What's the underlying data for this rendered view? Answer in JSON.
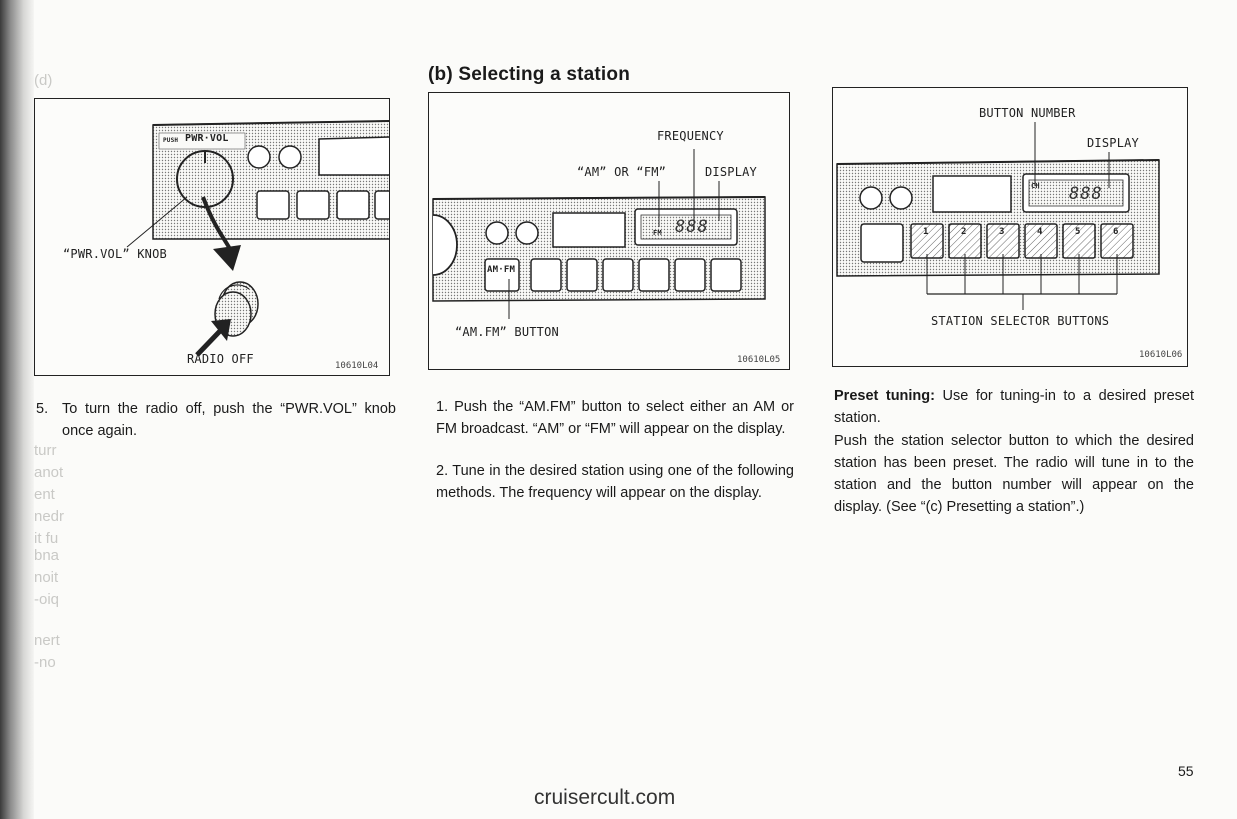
{
  "section_title": "(b) Selecting a station",
  "figure1": {
    "labels": {
      "push": "PUSH",
      "pwr_vol": "PWR·VOL",
      "knob": "“PWR.VOL” KNOB",
      "radio_off": "RADIO OFF"
    },
    "code": "10610L04"
  },
  "figure2": {
    "labels": {
      "frequency": "FREQUENCY",
      "am_or_fm": "“AM” OR “FM”",
      "display": "DISPLAY",
      "am_fm_button": "“AM.FM” BUTTON",
      "button_text": "AM·FM",
      "fm_indicator": "FM",
      "digits": "888"
    },
    "code": "10610L05"
  },
  "figure3": {
    "labels": {
      "button_number": "BUTTON NUMBER",
      "display": "DISPLAY",
      "station_selector": "STATION SELECTOR BUTTONS",
      "ch": "CH",
      "digits": "888"
    },
    "buttons": [
      "1",
      "2",
      "3",
      "4",
      "5",
      "6"
    ],
    "code": "10610L06"
  },
  "text": {
    "step5_num": "5.",
    "step5": "To turn the radio off, push the “PWR.VOL” knob once again.",
    "step1": "1. Push the “AM.FM” button to select either an AM or FM broadcast. “AM” or “FM” will appear on the display.",
    "step2": "2. Tune in the desired station using one of the following methods. The frequency will appear on the display.",
    "preset_label": "Preset tuning:",
    "preset_text": " Use for tuning-in to a desired preset station.",
    "preset_para2": "Push the station selector button to which the desired station has been preset. The radio will tune in to the station and the button number will appear on the display. (See “(c) Presetting a station”.)"
  },
  "page_number": "55",
  "footer": "cruisercult.com"
}
